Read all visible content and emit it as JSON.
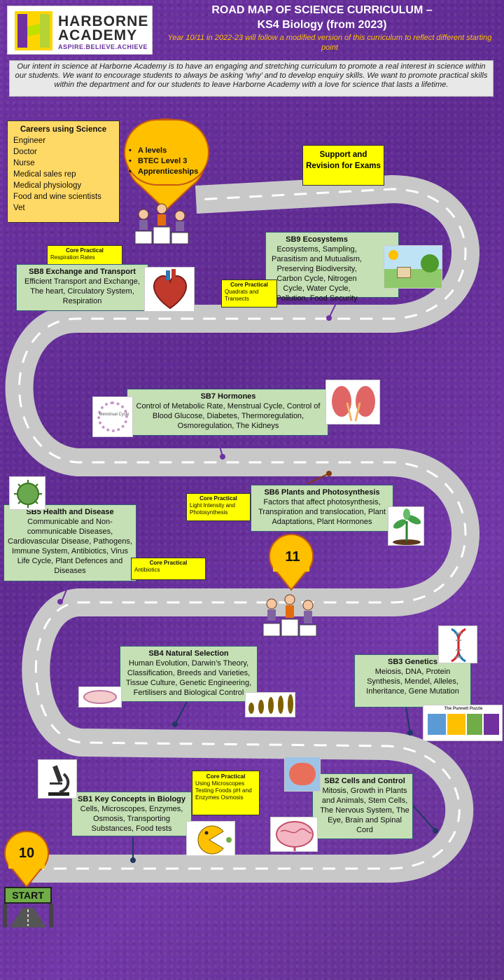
{
  "header": {
    "logo_line1": "HARBORNE",
    "logo_line2": "ACADEMY",
    "logo_tagline": "ASPIRE.BELIEVE.ACHIEVE",
    "title_line1": "ROAD MAP OF SCIENCE CURRICULUM –",
    "title_line2": "KS4 Biology (from 2023)",
    "note": "Year 10/11 in 2022-23 will follow a modified version of this curriculum to reflect different starting point"
  },
  "intent": "Our intent in science at Harborne Academy is to have an engaging and stretching curriculum to promote a real interest in science within our students. We want to encourage students to always be asking ‘why’ and to develop enquiry skills.  We want to promote practical skills within the department and for our students to leave Harborne Academy with a love for science that lasts a lifetime.",
  "careers": {
    "title": "Careers using Science",
    "items": [
      "Engineer",
      "Doctor",
      "Nurse",
      "Medical sales rep",
      "Medical physiology",
      "Food and wine scientists",
      "Vet"
    ]
  },
  "next_steps": [
    "A levels",
    "BTEC Level 3",
    "Apprenticeships"
  ],
  "support": "Support and Revision for Exams",
  "units": {
    "sb9": {
      "title": "SB9 Ecosystems",
      "body": "Ecosystems, Sampling, Parasitism and Mutualism, Preserving Biodiversity, Carbon Cycle, Nitrogen Cycle, Water Cycle, Pollution, Food Security"
    },
    "sb8": {
      "title": "SB8 Exchange and Transport",
      "body": "Efficient Transport and Exchange, The heart, Circulatory System, Respiration"
    },
    "sb7": {
      "title": "SB7 Hormones",
      "body": "Control of Metabolic Rate, Menstrual Cycle, Control of Blood Glucose, Diabetes, Thermoregulation, Osmoregulation, The Kidneys"
    },
    "sb6": {
      "title": "SB6 Plants and Photosynthesis",
      "body": "Factors that affect photosynthesis, Transpiration and translocation, Plant Adaptations, Plant Hormones"
    },
    "sb5": {
      "title": "SB5 Health and Disease",
      "body": "Communicable and Non-communicable Diseases, Cardiovascular Disease, Pathogens, Immune System, Antibiotics, Virus Life Cycle, Plant Defences and Diseases"
    },
    "sb4": {
      "title": "SB4 Natural Selection",
      "body": "Human Evolution, Darwin’s Theory, Classification, Breeds and Varieties, Tissue Culture, Genetic Engineering, Fertilisers and Biological Control"
    },
    "sb3": {
      "title": "SB3 Genetics",
      "body": "Meiosis, DNA, Protein Synthesis, Mendel, Alleles, Inheritance, Gene Mutation"
    },
    "sb2": {
      "title": "SB2 Cells and Control",
      "body": "Mitosis, Growth in Plants and Animals, Stem Cells, The Nervous System, The Eye, Brain and Spinal Cord"
    },
    "sb1": {
      "title": "SB1 Key Concepts in Biology",
      "body": "Cells, Microscopes, Enzymes, Osmosis, Transporting Substances, Food tests"
    }
  },
  "core_practicals": {
    "heading": "Core Practical",
    "respiration": "Respiration Rates",
    "quadrats": "Quadrats and Transects",
    "light": "Light Intensity and Photosynthesis",
    "antibiotics": "Antibiotics",
    "sb1": "Using Microscopes Testing Foods pH and Enzymes Osmosis"
  },
  "markers": {
    "year10": "10",
    "year11": "11",
    "start": "START"
  },
  "images": {
    "cycle_label": "Menstrual Cycle",
    "pedigree_title": "The Punnett Puzzle"
  },
  "colors": {
    "background": "#6a2f9c",
    "card": "#c5e0b4",
    "pin": "#ffc000",
    "practical": "#ffff00",
    "careers": "#ffd966"
  }
}
